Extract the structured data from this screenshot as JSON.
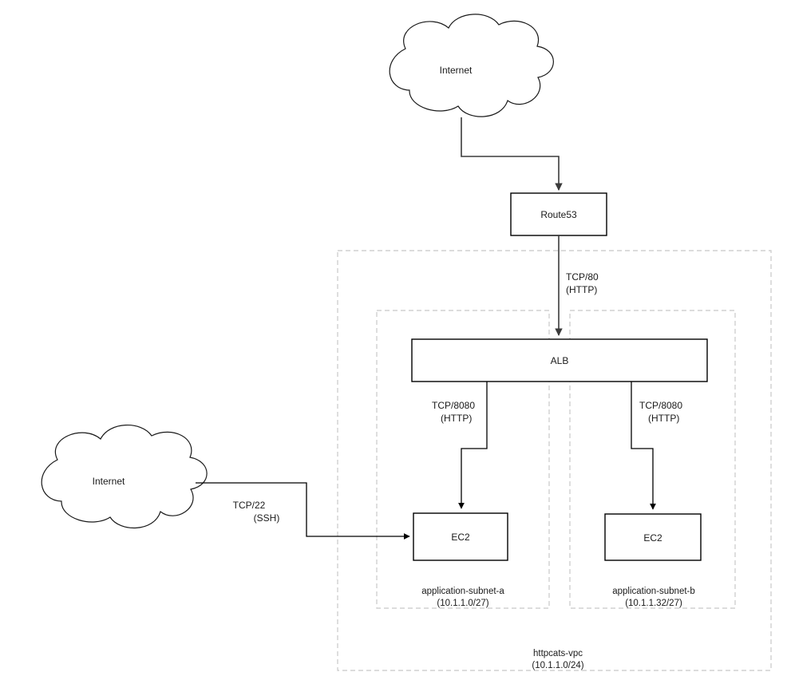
{
  "diagram": {
    "title": "AWS VPC network architecture diagram",
    "background_color": "#ffffff",
    "line_color": "#3b3b3b",
    "group_border_color": "#c8c8c8",
    "text_color": "#1a1a1a"
  },
  "nodes": {
    "internet_top": {
      "label": "Internet",
      "shape": "cloud"
    },
    "internet_left": {
      "label": "Internet",
      "shape": "cloud"
    },
    "route53": {
      "label": "Route53",
      "shape": "rectangle"
    },
    "alb": {
      "label": "ALB",
      "shape": "rectangle"
    },
    "ec2_a": {
      "label": "EC2",
      "shape": "rectangle"
    },
    "ec2_b": {
      "label": "EC2",
      "shape": "rectangle"
    }
  },
  "groups": {
    "vpc": {
      "name": "httpcats-vpc",
      "cidr": "(10.1.1.0/24)"
    },
    "subnet_a": {
      "name": "application-subnet-a",
      "cidr": "(10.1.1.0/27)"
    },
    "subnet_b": {
      "name": "application-subnet-b",
      "cidr": "(10.1.1.32/27)"
    }
  },
  "edges": {
    "internet_to_route53": {
      "protocol": "",
      "detail": ""
    },
    "route53_to_alb": {
      "protocol": "TCP/80",
      "detail": "(HTTP)"
    },
    "alb_to_ec2_a": {
      "protocol": "TCP/8080",
      "detail": "(HTTP)"
    },
    "alb_to_ec2_b": {
      "protocol": "TCP/8080",
      "detail": "(HTTP)"
    },
    "internet_to_ec2_a": {
      "protocol": "TCP/22",
      "detail": "(SSH)"
    }
  }
}
